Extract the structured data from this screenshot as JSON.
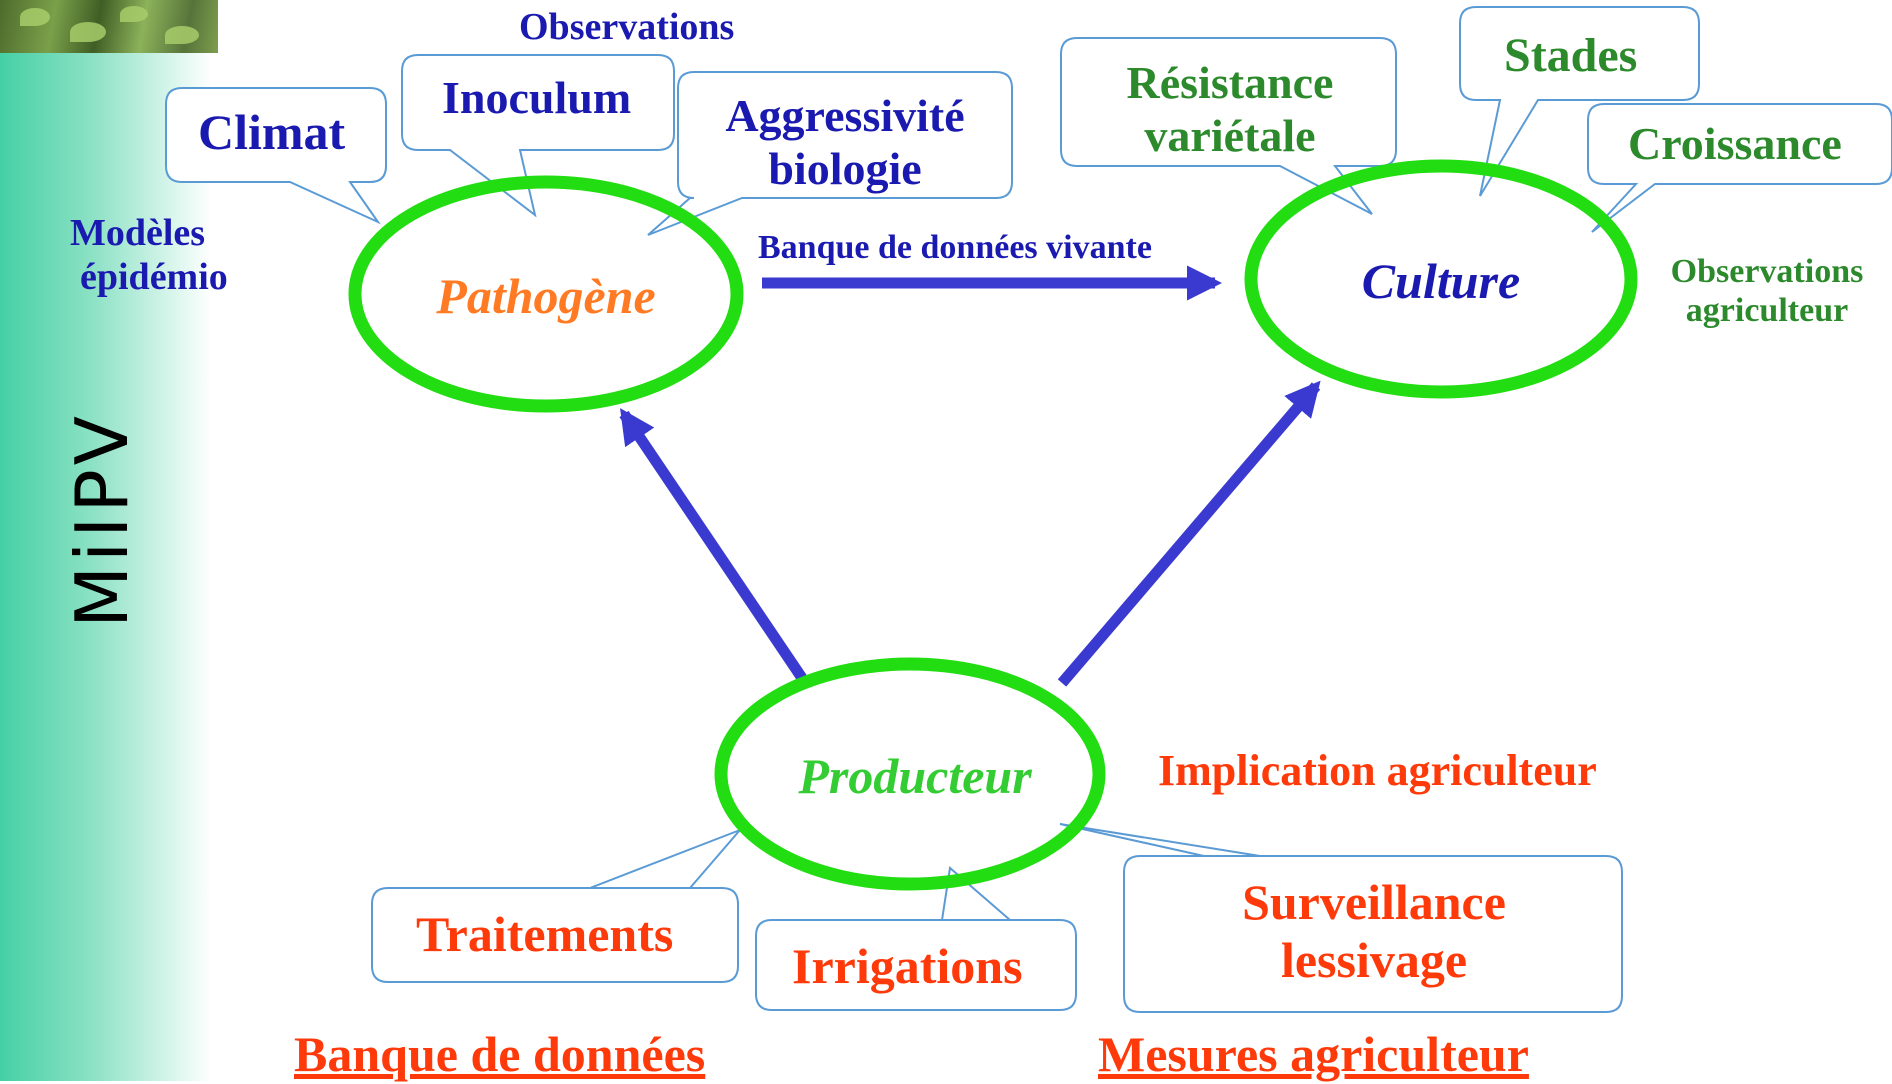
{
  "brand": "MiIPV",
  "colors": {
    "node_ring": "#22dd11",
    "arrow": "#3a3ad0",
    "callout_border": "#5b9bd5",
    "blue_text": "#1a1ab0",
    "green_text": "#2c8a2c",
    "red_text": "#ff3a0a",
    "orange_text": "#ff7a22"
  },
  "nodes": {
    "pathogene": "Pathogène",
    "culture": "Culture",
    "producteur": "Producteur"
  },
  "pathogen": {
    "observations": "Observations",
    "climat": "Climat",
    "inoculum": "Inoculum",
    "aggressivite": [
      "Aggressivité",
      "biologie"
    ],
    "modeles": [
      "Modèles",
      "épidémio"
    ]
  },
  "culture": {
    "resistance": [
      "Résistance",
      "variétale"
    ],
    "stades": "Stades",
    "croissance": "Croissance",
    "observations_agriculteur": [
      "Observations",
      "agriculteur"
    ]
  },
  "arrow_label": "Banque de données vivante",
  "producteur": {
    "implication": "Implication agriculteur",
    "traitements": "Traitements",
    "irrigations": "Irrigations",
    "surveillance": [
      "Surveillance",
      "lessivage"
    ],
    "banque": "Banque de données",
    "mesures": "Mesures agriculteur"
  }
}
